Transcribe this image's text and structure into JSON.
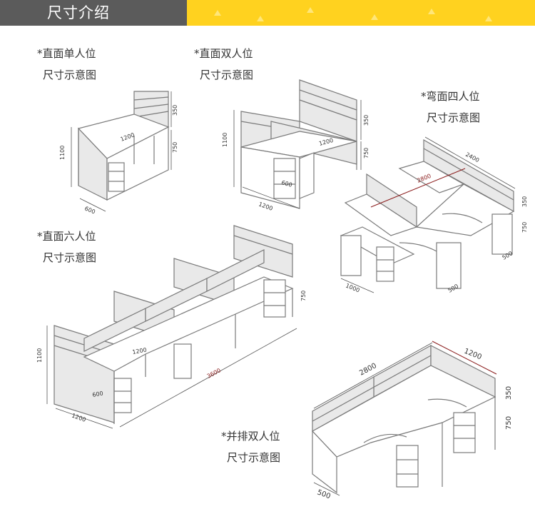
{
  "header": {
    "title": "尺寸介绍"
  },
  "sections": [
    {
      "line1": "*直面单人位",
      "line2": "尺寸示意图"
    },
    {
      "line1": "*直面双人位",
      "line2": "尺寸示意图"
    },
    {
      "line1": "*弯面四人位",
      "line2": "尺寸示意图"
    },
    {
      "line1": "*直面六人位",
      "line2": "尺寸示意图"
    },
    {
      "line1": "*并排双人位",
      "line2": "尺寸示意图"
    }
  ],
  "dimensions": {
    "single": {
      "depth": "600",
      "width": "1200",
      "height": "1100",
      "screen": "350",
      "desk": "750"
    },
    "double": {
      "width": "1200",
      "depth": "600",
      "height": "1100",
      "screen": "350",
      "desk": "750",
      "top": "1200"
    },
    "four": {
      "total": "2400",
      "span": "2800",
      "screen": "350",
      "desk": "750",
      "side": "500",
      "front": "1000",
      "depth": "500"
    },
    "six": {
      "top": "1200",
      "depth": "600",
      "height": "1100",
      "desk": "750",
      "total": "3600",
      "front": "1200"
    },
    "sidebyside": {
      "total": "2800",
      "top": "1200",
      "screen": "350",
      "desk": "750",
      "depth": "500"
    }
  }
}
